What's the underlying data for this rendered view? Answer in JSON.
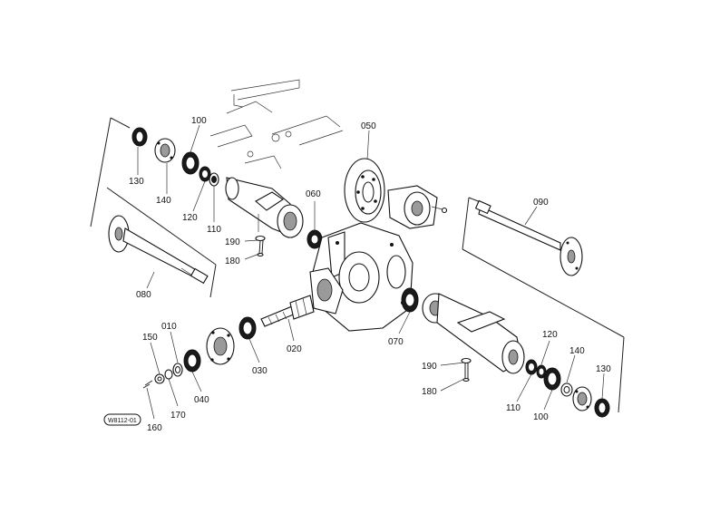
{
  "labels": {
    "p010": "010",
    "p020": "020",
    "p030": "030",
    "p040": "040",
    "p050": "050",
    "p060": "060",
    "p070": "070",
    "p080": "080",
    "p090": "090",
    "p100_left": "100",
    "p110_left": "110",
    "p120_left": "120",
    "p130_left": "130",
    "p140_left": "140",
    "p150": "150",
    "p160": "160",
    "p170": "170",
    "p180_left": "180",
    "p190_left": "190",
    "p100_right": "100",
    "p110_right": "110",
    "p120_right": "120",
    "p130_right": "130",
    "p140_right": "140",
    "p180_right": "180",
    "p190_right": "190",
    "drawing_code": "W8112-01"
  }
}
